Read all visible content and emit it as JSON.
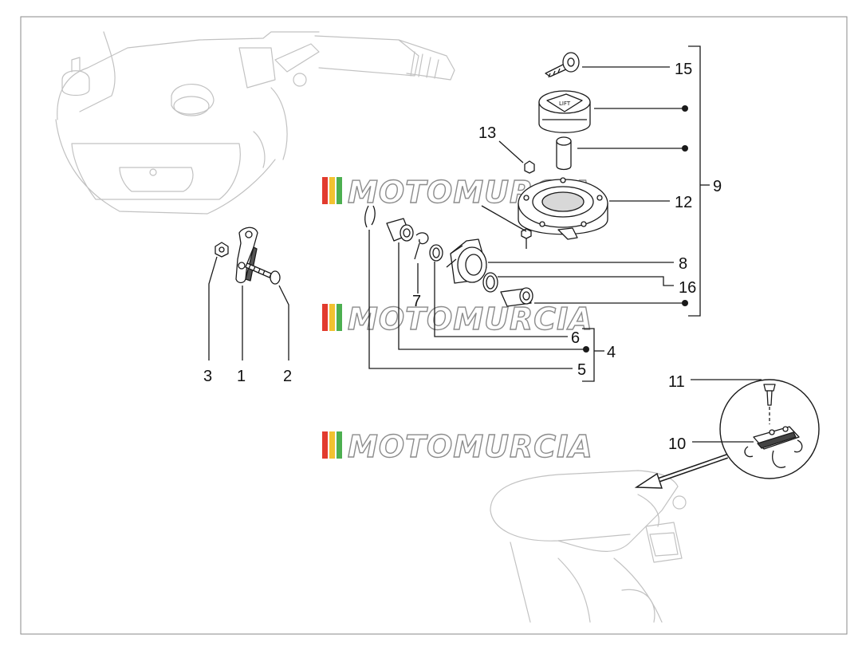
{
  "callouts": {
    "c1": "1",
    "c2": "2",
    "c3": "3",
    "c4": "4",
    "c5": "5",
    "c6": "6",
    "c7": "7",
    "c8": "8",
    "c9": "9",
    "c10": "10",
    "c11": "11",
    "c12": "12",
    "c13": "13",
    "c15": "15",
    "c16": "16"
  },
  "watermark": {
    "text": "MOTOMURCIA",
    "stripe_colors": [
      "#e23b2e",
      "#f2c230",
      "#4caf50"
    ]
  },
  "part_labels": {
    "fuel_cap_text": "LIFT"
  },
  "colors": {
    "line": "#1a1a1a",
    "ghost": "#c2c2c2",
    "frame": "#8a8a8a"
  }
}
